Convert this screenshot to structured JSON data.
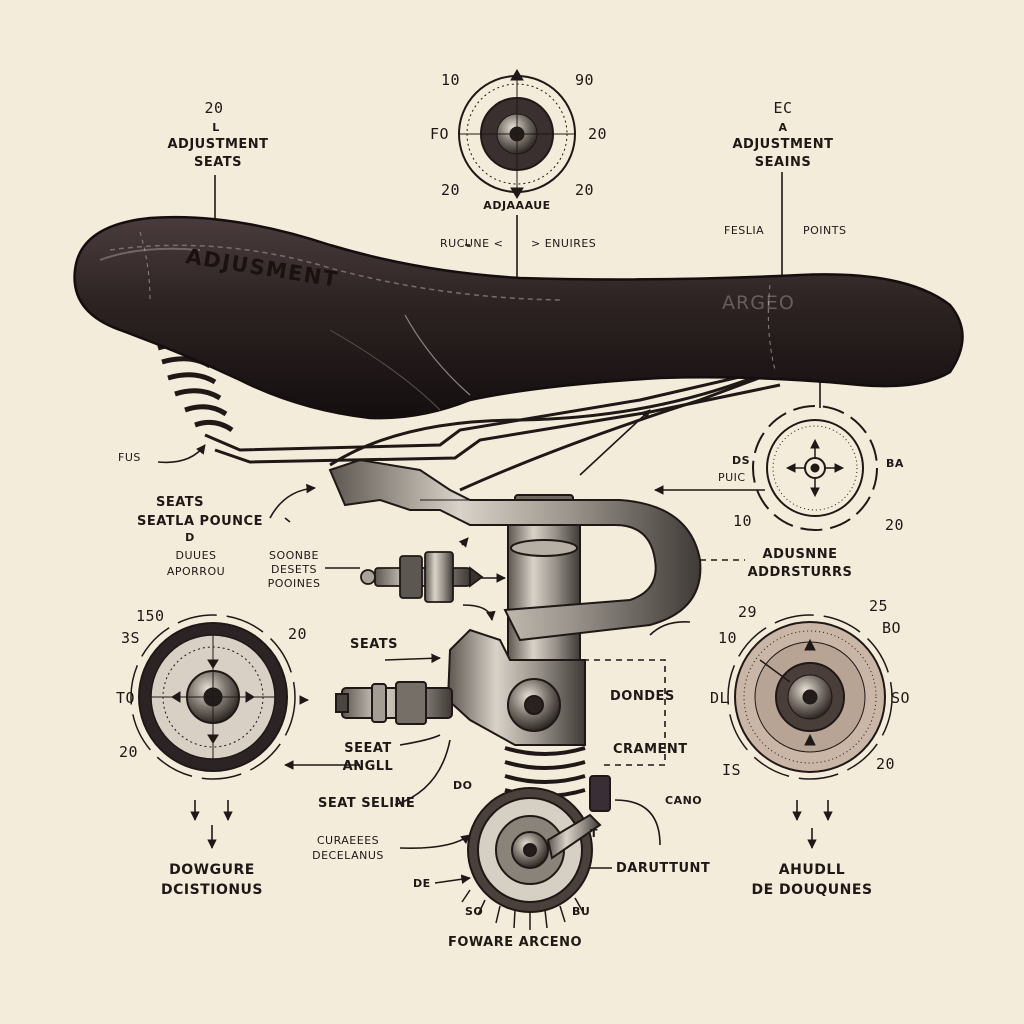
{
  "colors": {
    "background": "#f3ecdb",
    "ink": "#1f1816",
    "leather": "#2e2424",
    "metal": "#8b8580"
  },
  "saddle": {
    "text": "ADJUSMENT",
    "mark": "ARGEO"
  },
  "labels": {
    "top_left_num": "20",
    "top_left_small": "L",
    "top_left_l1": "ADJUSTMENT",
    "top_left_l2": "SEATS",
    "top_right_code": "EC",
    "top_right_small": "A",
    "top_right_l1": "ADJUSTMENT",
    "top_right_l2": "SEAINS",
    "feslia": "FESLIA",
    "points": "POINTS",
    "top_dial_caption": "ADJAAAUE",
    "rucune": "RUCUNE <",
    "enuires": "> ENUIRES",
    "fus": "FUS",
    "seats_a": "SEATS",
    "seatla_pounce": "SEATLA POUNCE",
    "seatla_small": "D",
    "dunes_1": "DUUES",
    "dunes_2": "APORROU",
    "soonbe_1": "SOONBE",
    "soonbe_2": "DESETS",
    "soonbe_3": "POOINES",
    "adusnne_1": "ADUSNNE",
    "adusnne_2": "ADDRSTURRS",
    "seats_b": "SEATS",
    "seat_angle_1": "SEEAT",
    "seat_angle_2": "ANGLL",
    "seat_seline": "SEAT SELINE",
    "do": "DO",
    "dondes": "DONDES",
    "crament": "CRAMENT",
    "cano": "CANO",
    "curaeees_1": "CURAEEES",
    "curaeees_2": "DECELANUS",
    "de": "DE",
    "darutt": "DARUTTUNT",
    "so": "SO",
    "bu": "BU",
    "t": "T",
    "foware": "FOWARE ARCENO",
    "dowgure_1": "DOWGURE",
    "dowgure_2": "DCISTIONUS",
    "ahudll_1": "AHUDLL",
    "ahudll_2": "DE DOUQUNES"
  },
  "dials": {
    "top": {
      "n_tl": "10",
      "n_tr": "90",
      "n_ml": "FO",
      "n_mr": "20",
      "n_bl": "20",
      "n_br": "20"
    },
    "right": {
      "n_l1": "DS",
      "n_l2": "PUIC",
      "n_r": "BA",
      "n_bl": "10",
      "n_br": "20"
    },
    "left": {
      "n_top": "150",
      "n_l": "3S",
      "n_r": "20",
      "n_ml": "TO",
      "n_bl": "20"
    },
    "bottom_right": {
      "n_tl": "29",
      "n_tr": "25",
      "n_l": "10",
      "n_r": "BO",
      "n_ml": "DL",
      "n_mr": "SO",
      "n_bl": "IS",
      "n_br": "20"
    }
  }
}
